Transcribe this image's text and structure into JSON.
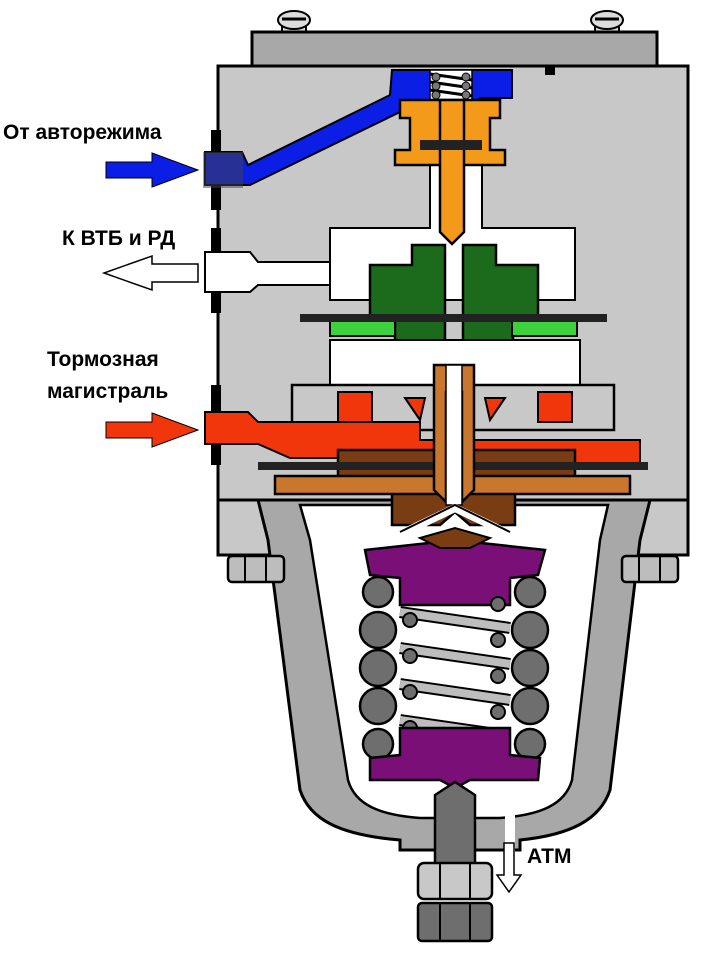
{
  "labels": {
    "from_autoregime": "От авторежима",
    "to_vtb_rd": "К ВТБ и РД",
    "brake_line_1": "Тормозная",
    "brake_line_2": "магистраль",
    "atm": "АТМ"
  },
  "colors": {
    "body_gray": "#c8c8c8",
    "cover_gray": "#a8a8a8",
    "dark_gray": "#6e6e6e",
    "orange": "#f39a1b",
    "blue": "#0a1ee6",
    "green_dark": "#1c6b1c",
    "green_light": "#3cd23c",
    "red": "#f2360c",
    "brown": "#7a3c12",
    "brown_light": "#c8772c",
    "purple": "#7a0f78",
    "black": "#000000",
    "white": "#ffffff"
  }
}
